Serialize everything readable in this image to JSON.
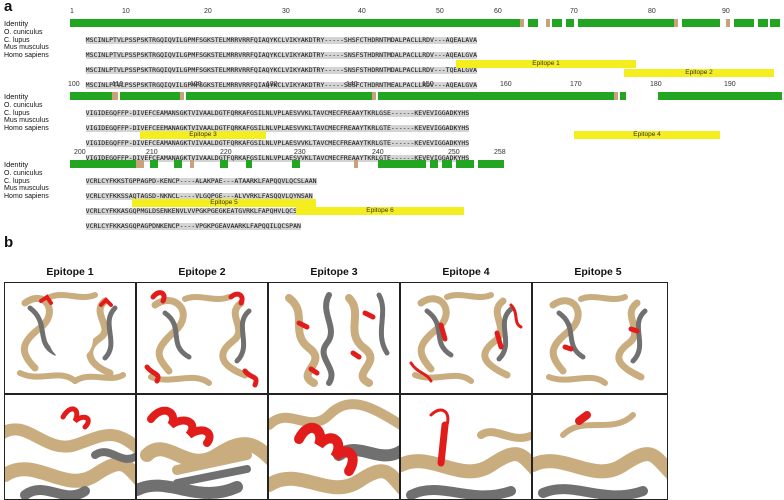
{
  "panel_a_letter": "a",
  "panel_b_letter": "b",
  "identity_label": "Identity",
  "species": [
    "O. cuniculus",
    "C. lupus",
    "Mus musculus",
    "Homo sapiens"
  ],
  "blocks": [
    {
      "ticks": [
        "1",
        "10",
        "20",
        "30",
        "40",
        "50",
        "60",
        "70",
        "80",
        "90"
      ],
      "rows": [
        "MSCINLPTVLPSSPSKTRGQIQVILGPMFSGKSTELMRRVRRFQIAQYKCLVIKYAKDTRY-----SHSFCTHDRNTMDALPACLLRDV---AQEALAVA",
        "MSCINLPTVLPSSPSKTRGQIQVILGPMFSGKSTELMRRVRRFQIAQYKCLVIKYAKDTRY-----SNSFSTHDRNTMDALPACLLRDV---AQEALGVA",
        "MSCINLPTVLPSSPSKTRGQIQVILGPMFSGKSTELMRRVRRFQIAQYKCLVIKYAKDTRY-----SNSFSTHDRNTMDALPACLLRDV---TQEALGVA",
        "MSCINLPTVLPSSPSKTRGQIQVILGPMFSGKSTELMRRVRRFQIAQYKCLVIKYAKDTRY-----SSSFCTHDRNTMEALPACLLRDV---AQEALGVA"
      ],
      "epitopes": [
        "Epitope 1",
        "Epitope 2"
      ]
    },
    {
      "ticks": [
        "100",
        "110",
        "120",
        "130",
        "140",
        "150",
        "160",
        "170",
        "180",
        "190"
      ],
      "rows": [
        "VIGIDEGQFFP-DIVEFCEAMANSGKTVIVAALDGTFQRKAFGSILNLVPLAESVVKLTAVCMECFREAAYTKRLGSE------KEVEVIGGADKYHS",
        "VIGIDEGQFFP-DIVEFCEEMANAGKTVIVAALDGTFQRKAFGSILNLVPLAESVVKLTAVCMECFREAAYTKRLGTE------KEVEVIGGADKYHS",
        "VIGIDEGQFFP-DIVEFCEAMANAGKTVIVAALDGTFQRKAFGSILNLVPLAESVVKLTAVCMECFREAAYTKRLGTE------KEVEVIGGADKYHS",
        "VIGIDEGQFFP-DIVEFCEAMANAGKTVIVAALDGTFQRKAFGSILNLVPLAESVVKLTAVCMECFREAAYTKRLGTE------KEVEVIGGADKYHS"
      ],
      "epitopes": [
        "Epitope 3",
        "Epitope 4"
      ]
    },
    {
      "ticks": [
        "200",
        "210",
        "220",
        "230",
        "240",
        "250",
        "258"
      ],
      "rows": [
        "VCRLCYFKKSTGPPAGPD-KENCP----ALAKPAE---ATAARKLFAPQQVLQCSLAAN",
        "VCRLCYFKKSSAQTAGSD-NKNCL----VLGQPGE---ALVVRKLFASQQVLQYNSAN",
        "VCRLCYFKKASGQPMGLDSENKENVLVVPGKPGEGKEATGVRKLFAPQHVLQCSPAN",
        "VCRLCYFKKASGQPAGPDNKENCP----VPGKPGEAVAARKLFAPQQILQCSPAN"
      ],
      "epitopes": [
        "Epitope 5",
        "Epitope 6"
      ]
    }
  ],
  "colors": {
    "identity_full": "#22a622",
    "identity_partial": "#c8a27a",
    "epitope": "#f5ee1e",
    "protein_tan": "#c9ad7f",
    "protein_gray": "#707070",
    "highlight_red": "#e21b1b"
  },
  "epitope_columns": [
    "Epitope 1",
    "Epitope 2",
    "Epitope 3",
    "Epitope 4",
    "Epitope 5"
  ]
}
